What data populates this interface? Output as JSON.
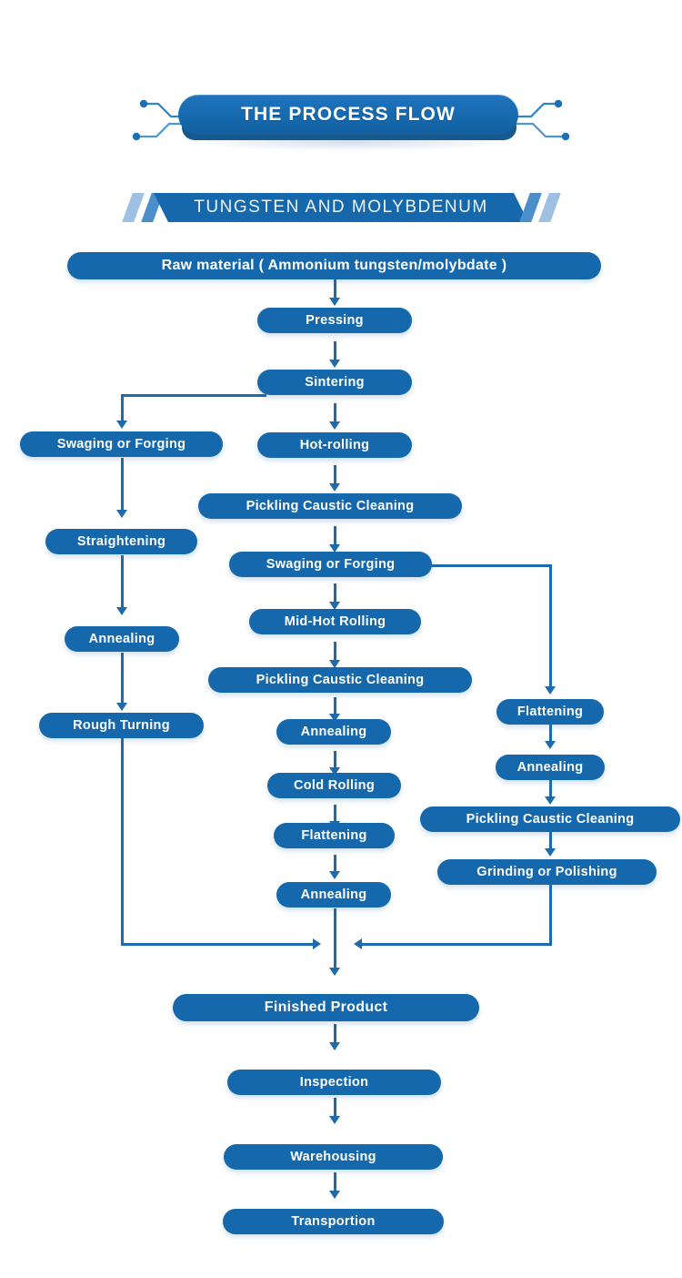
{
  "header": {
    "title": "THE PROCESS FLOW",
    "subtitle": "TUNGSTEN AND MOLYBDENUM"
  },
  "colors": {
    "node_blue": "#1668ac",
    "banner_blue": "#1e74bd",
    "banner_shadow_blue": "#16598f",
    "connector_blue": "#1d6bad",
    "stripe_light": "#8fb6dd",
    "stripe_mid": "#4b8ec9",
    "text_white": "#ffffff",
    "background": "#ffffff"
  },
  "flow": {
    "nodes": [
      {
        "id": "raw-material",
        "label": "Raw material ( Ammonium tungsten/molybdate )",
        "column": "center"
      },
      {
        "id": "pressing",
        "label": "Pressing",
        "column": "center"
      },
      {
        "id": "sintering",
        "label": "Sintering",
        "column": "center"
      },
      {
        "id": "left-swaging-or-forging",
        "label": "Swaging or Forging",
        "column": "left"
      },
      {
        "id": "left-straightening",
        "label": "Straightening",
        "column": "left"
      },
      {
        "id": "left-annealing",
        "label": "Annealing",
        "column": "left"
      },
      {
        "id": "left-rough-turning",
        "label": "Rough Turning",
        "column": "left"
      },
      {
        "id": "hot-rolling",
        "label": "Hot-rolling",
        "column": "center"
      },
      {
        "id": "pickling-1",
        "label": "Pickling Caustic Cleaning",
        "column": "center"
      },
      {
        "id": "center-swaging-or-forging",
        "label": "Swaging or Forging",
        "column": "center"
      },
      {
        "id": "mid-hot-rolling",
        "label": "Mid-Hot Rolling",
        "column": "center"
      },
      {
        "id": "pickling-2",
        "label": "Pickling Caustic Cleaning",
        "column": "center"
      },
      {
        "id": "center-annealing-1",
        "label": "Annealing",
        "column": "center"
      },
      {
        "id": "cold-rolling",
        "label": "Cold Rolling",
        "column": "center"
      },
      {
        "id": "center-flattening",
        "label": "Flattening",
        "column": "center"
      },
      {
        "id": "center-annealing-2",
        "label": "Annealing",
        "column": "center"
      },
      {
        "id": "right-flattening",
        "label": "Flattening",
        "column": "right"
      },
      {
        "id": "right-annealing",
        "label": "Annealing",
        "column": "right"
      },
      {
        "id": "pickling-3",
        "label": "Pickling Caustic Cleaning",
        "column": "right"
      },
      {
        "id": "grinding-or-polishing",
        "label": "Grinding or Polishing",
        "column": "right"
      },
      {
        "id": "finished-product",
        "label": "Finished Product",
        "column": "center"
      },
      {
        "id": "inspection",
        "label": "Inspection",
        "column": "center"
      },
      {
        "id": "warehousing",
        "label": "Warehousing",
        "column": "center"
      },
      {
        "id": "transportion",
        "label": "Transportion",
        "column": "center"
      }
    ]
  }
}
